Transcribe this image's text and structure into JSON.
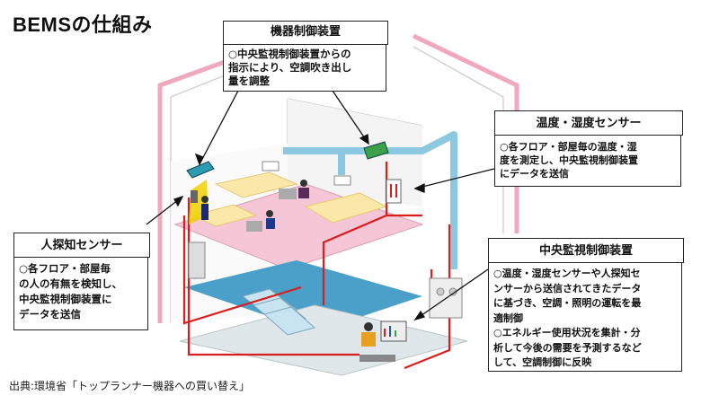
{
  "title": "BEMSの仕組み",
  "source": "出典:環境省「トップランナー機器への買い替え」",
  "callouts": {
    "device_control": {
      "header": "機器制御装置",
      "lines": [
        "○中央監視制御装置からの",
        "指示により、空調吹き出し",
        "量を調整"
      ]
    },
    "temp_humidity": {
      "header": "温度・湿度センサー",
      "lines": [
        "○各フロア・部屋毎の温度・湿",
        "度を測定し、中央監視制御装置",
        "にデータを送信"
      ]
    },
    "presence": {
      "header": "人探知センサー",
      "lines": [
        "○各フロア・部屋毎",
        "の人の有無を検知し、",
        "中央監視制御装置に",
        "データを送信"
      ]
    },
    "central": {
      "header": "中央監視制御装置",
      "lines": [
        "○温度・湿度センサーや人探知セ",
        "ンサーから送信されてきたデータ",
        "に基づき、空調・照明の運転を最",
        "適制御",
        "○エネルギー使用状況を集計・分",
        "析して今後の需要を予測するなど",
        "して、空調制御に反映"
      ]
    },
    "colors": {
      "wire": "#d81e1e",
      "duct": "#8cc8e0",
      "floor_pink": "#f5c6d6",
      "floor_blue": "#4aa0c8",
      "wall_pink": "#f0a8bc"
    }
  }
}
